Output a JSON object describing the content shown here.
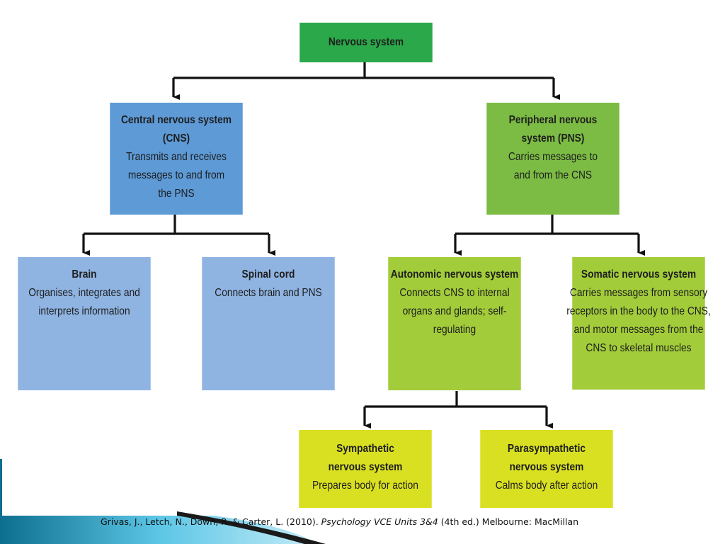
{
  "nodes": {
    "root": {
      "title": "Nervous system",
      "desc": ""
    },
    "cns": {
      "title": "Central nervous system (CNS)",
      "desc": "Transmits and receives messages to and from the PNS"
    },
    "pns": {
      "title": "Peripheral nervous system (PNS)",
      "desc": "Carries messages to and from the CNS"
    },
    "brain": {
      "title": "Brain",
      "desc": "Organises, integrates and interprets information"
    },
    "spinal": {
      "title": "Spinal cord",
      "desc": "Connects brain and PNS"
    },
    "autonomic": {
      "title": "Autonomic nervous system",
      "desc": "Connects CNS to internal organs and glands; self-regulating"
    },
    "somatic": {
      "title": "Somatic nervous system",
      "desc": "Carries messages from sensory receptors in the body to the CNS, and motor messages from the CNS to skeletal muscles"
    },
    "sympathetic": {
      "title": "Sympathetic nervous system",
      "desc": "Prepares body for action"
    },
    "parasympathetic": {
      "title": "Parasympathetic nervous system",
      "desc": "Calms body after action"
    }
  },
  "edges": [
    [
      "root",
      "cns"
    ],
    [
      "root",
      "pns"
    ],
    [
      "cns",
      "brain"
    ],
    [
      "cns",
      "spinal"
    ],
    [
      "pns",
      "autonomic"
    ],
    [
      "pns",
      "somatic"
    ],
    [
      "autonomic",
      "sympathetic"
    ],
    [
      "autonomic",
      "parasympathetic"
    ]
  ],
  "citation": {
    "prefix": "Grivas, J., Letch, N., Down, R. & Carter, L. (2010). ",
    "book": "Psychology VCE Units 3&4",
    "suffix": " (4th ed.) Melbourne: MacMillan"
  },
  "colors": {
    "root": "#2aa84a",
    "cns": "#5d9ad6",
    "cns_children": "#8fb4e2",
    "pns": "#7cbc44",
    "pns_children": "#a2cc3a",
    "autonomic_children": "#d9e021",
    "connector": "#111111"
  }
}
